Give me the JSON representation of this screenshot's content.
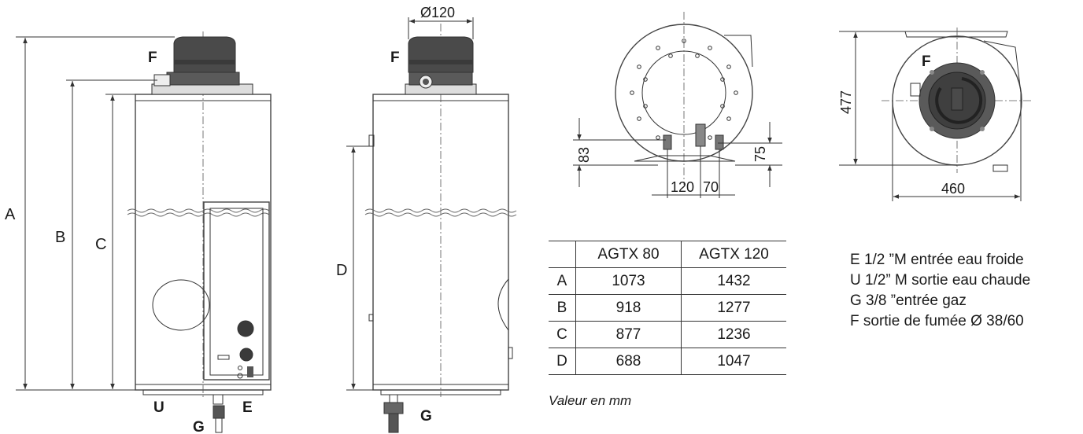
{
  "front_view": {
    "label_F": "F",
    "label_U": "U",
    "label_E": "E",
    "label_G": "G",
    "dim_A": "A",
    "dim_B": "B",
    "dim_C": "C"
  },
  "side_view": {
    "label_F": "F",
    "label_G": "G",
    "dim_D": "D",
    "dim_diameter": "Ø120"
  },
  "bottom_view": {
    "dim_83": "83",
    "dim_75": "75",
    "dim_120": "120",
    "dim_70": "70"
  },
  "top_view": {
    "label_F": "F",
    "dim_477": "477",
    "dim_460": "460"
  },
  "table": {
    "columns": [
      "",
      "AGTX 80",
      "AGTX 120"
    ],
    "rows": [
      {
        "label": "A",
        "agtx80": "1073",
        "agtx120": "1432"
      },
      {
        "label": "B",
        "agtx80": "918",
        "agtx120": "1277"
      },
      {
        "label": "C",
        "agtx80": "877",
        "agtx120": "1236"
      },
      {
        "label": "D",
        "agtx80": "688",
        "agtx120": "1047"
      }
    ],
    "unit_note": "Valeur en mm"
  },
  "legend": [
    "E 1/2 ”M entrée eau froide",
    "U 1/2” M sortie eau chaude",
    "G 3/8 ”entrée gaz",
    "F sortie de fumée Ø 38/60"
  ],
  "colors": {
    "burner_dark": "#4a4a4a",
    "burner_top": "#3a3a3a",
    "line": "#333333",
    "panel_fill": "#f4f4f4"
  }
}
